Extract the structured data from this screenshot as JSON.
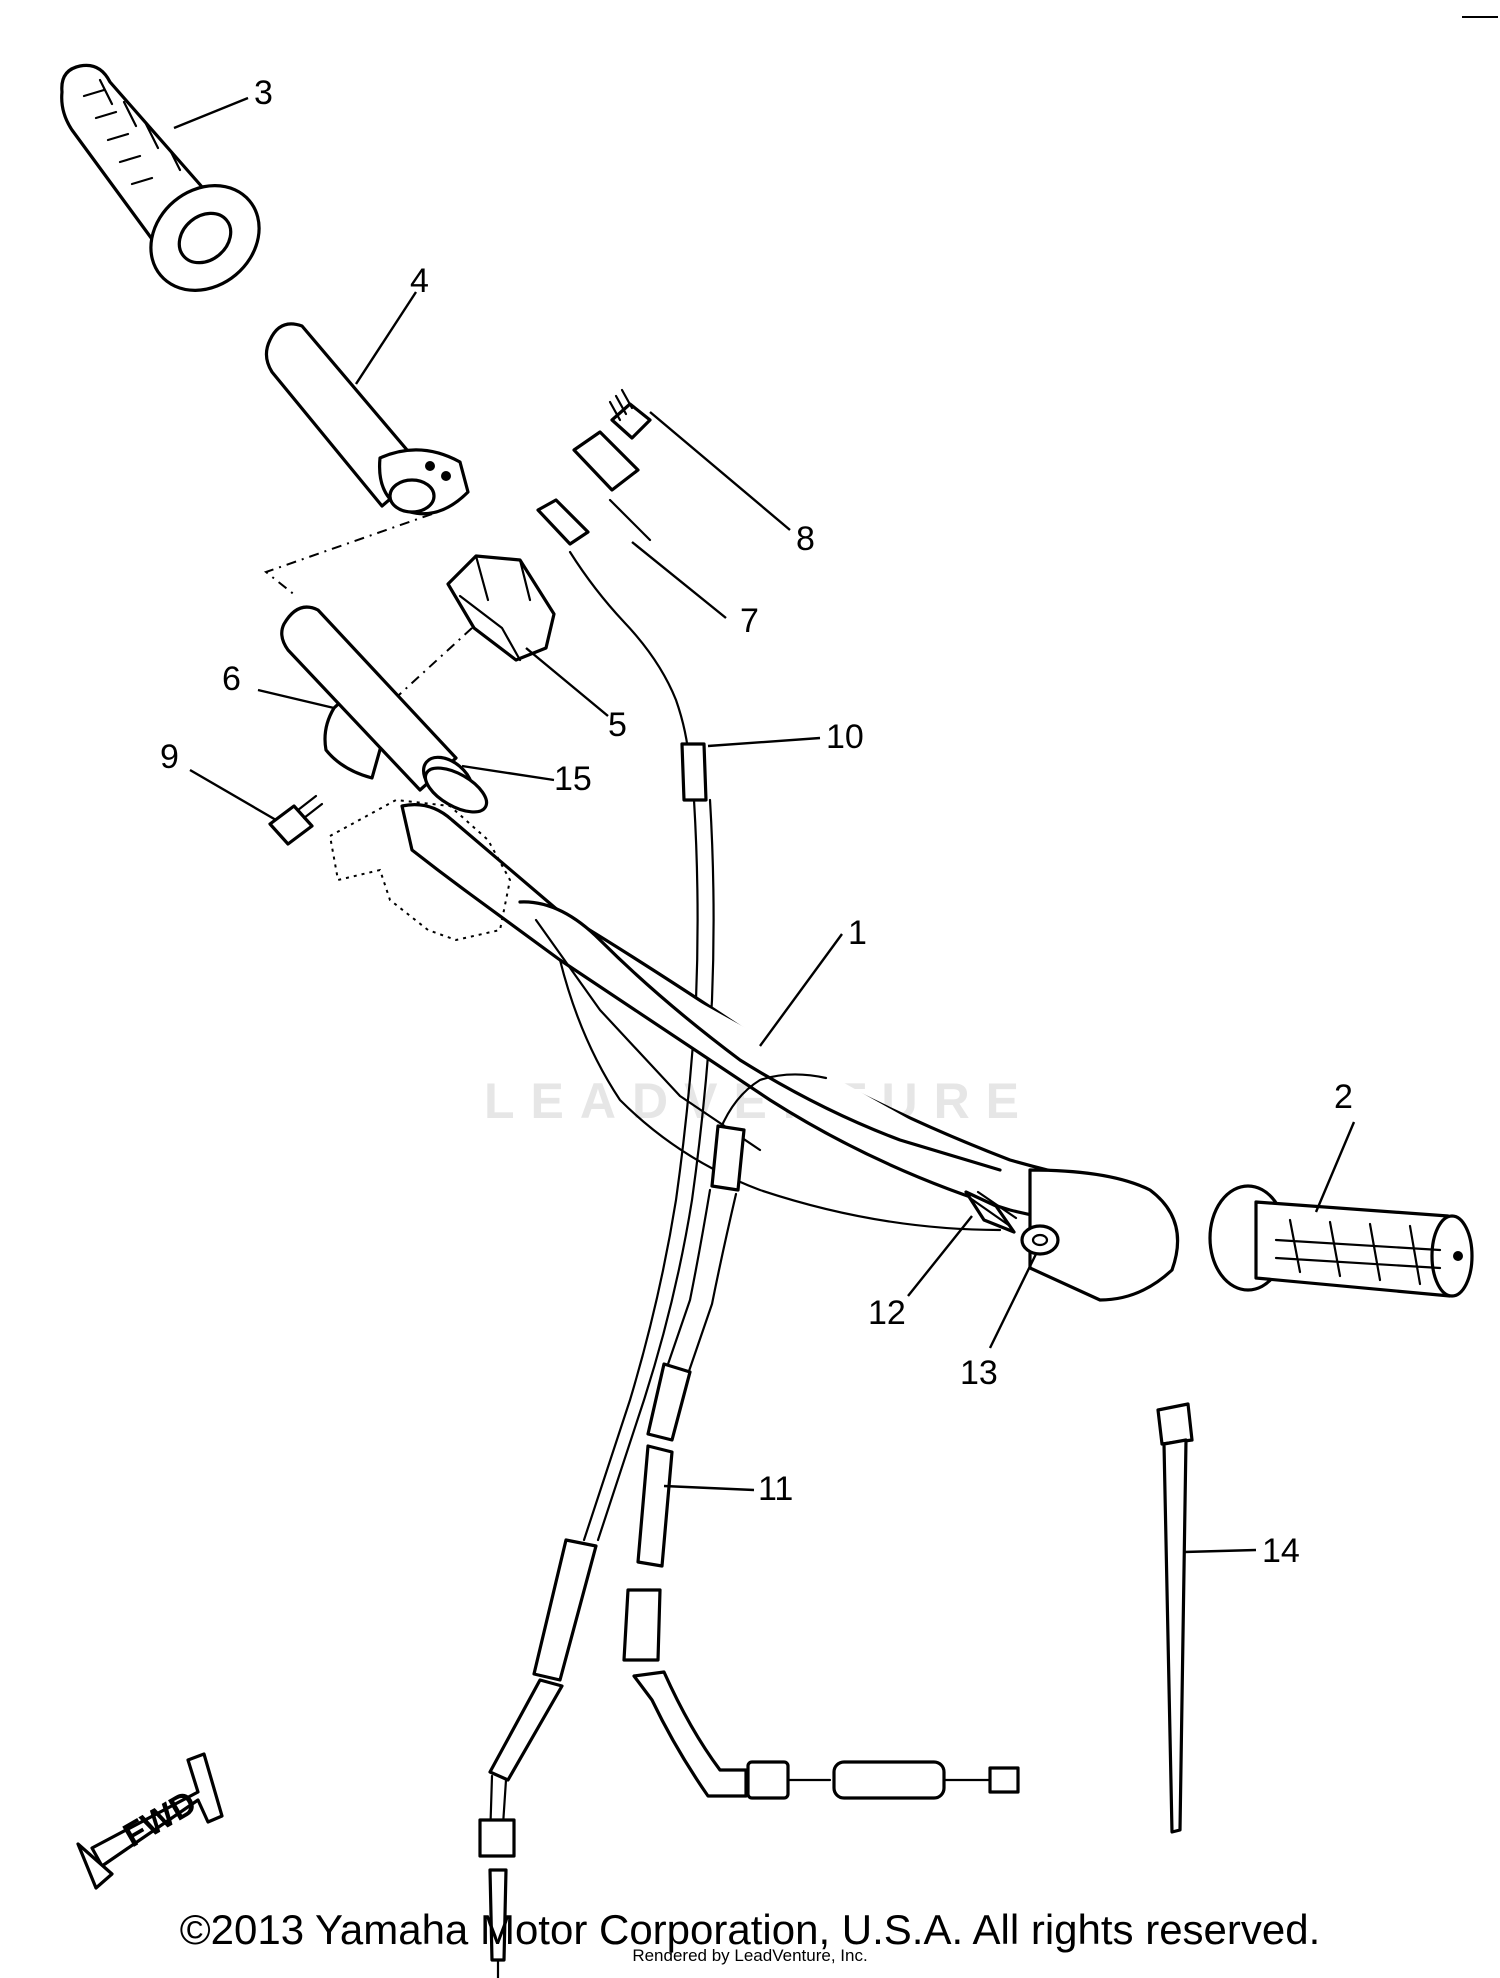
{
  "diagram": {
    "callouts": [
      "1",
      "2",
      "3",
      "4",
      "5",
      "6",
      "7",
      "8",
      "9",
      "10",
      "11",
      "12",
      "13",
      "14",
      "15"
    ],
    "orientation_marker": "FWD",
    "watermark": "LEADVENTURE"
  },
  "footer": {
    "copyright": "©2013 Yamaha Motor Corporation, U.S.A. All rights reserved.",
    "rendered_by": "Rendered by LeadVenture, Inc."
  }
}
